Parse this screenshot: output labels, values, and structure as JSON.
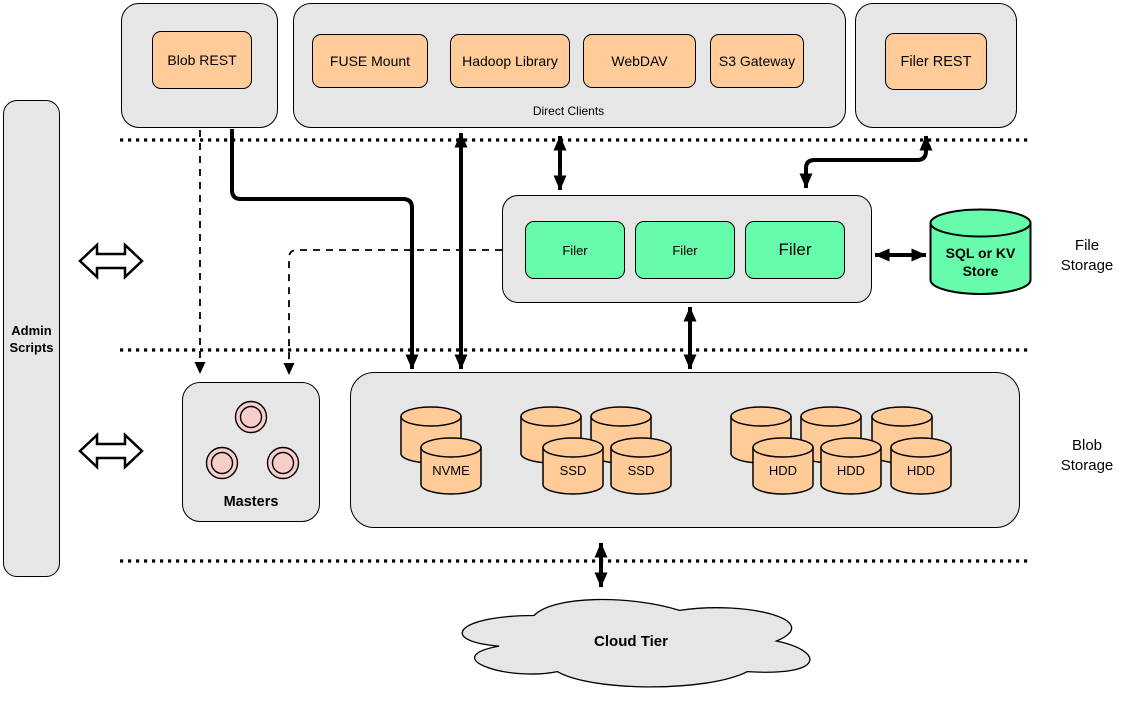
{
  "colors": {
    "container_fill": "#E6E6E6",
    "client_fill": "#FFCC99",
    "filer_fill": "#66FCAC",
    "disk_fill": "#FFCC99",
    "store_fill": "#66FCAC",
    "master_node_fill": "#F8CECC",
    "cloud_fill": "#E6E6E6",
    "line_color": "#000000"
  },
  "admin": {
    "label": "Admin Scripts"
  },
  "top": {
    "blob_rest": "Blob REST",
    "direct_clients_label": "Direct Clients",
    "clients": [
      "FUSE Mount",
      "Hadoop Library",
      "WebDAV",
      "S3 Gateway"
    ],
    "filer_rest": "Filer REST"
  },
  "file_storage": {
    "filers": [
      "Filer",
      "Filer",
      "Filer"
    ],
    "store_label": "SQL or KV Store",
    "section_label": "File Storage"
  },
  "blob_storage": {
    "masters_label": "Masters",
    "disks": [
      "NVME",
      "SSD",
      "SSD",
      "HDD",
      "HDD",
      "HDD"
    ],
    "section_label": "Blob Storage"
  },
  "cloud": {
    "label": "Cloud Tier"
  }
}
